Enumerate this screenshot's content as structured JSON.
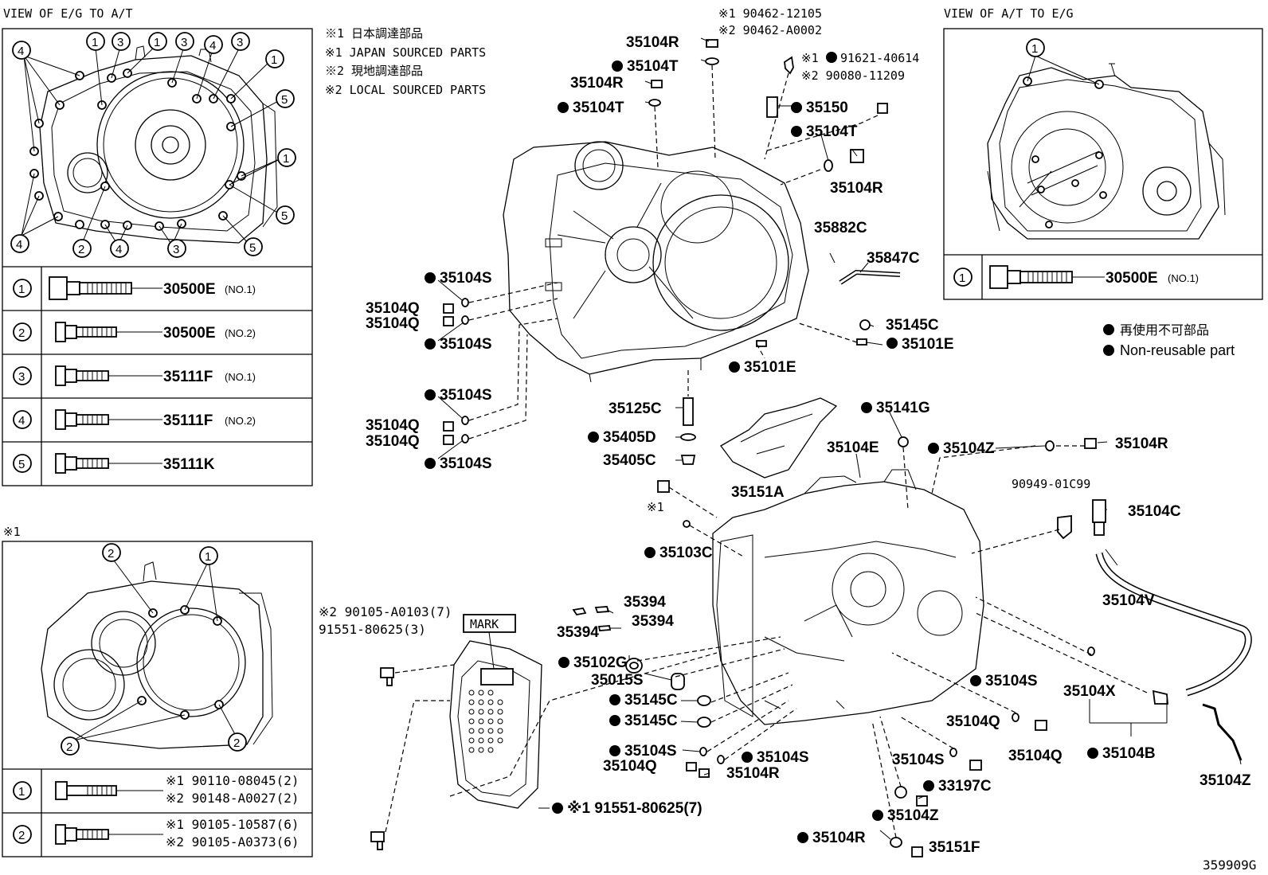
{
  "headers": {
    "left": "VIEW OF E/G TO A/T",
    "right": "VIEW OF A/T TO E/G",
    "note_mark": "※1"
  },
  "notes": {
    "jp1": "※1 日本調達部品",
    "en1": "※1 JAPAN SOURCED PARTS",
    "jp2": "※2 現地調達部品",
    "en2": "※2 LOCAL SOURCED PARTS"
  },
  "legend": {
    "jp": "再使用不可部品",
    "en": "Non-reusable part"
  },
  "bolt_table_left": [
    {
      "num": "1",
      "part": "30500E",
      "note": "(NO.1)"
    },
    {
      "num": "2",
      "part": "30500E",
      "note": "(NO.2)"
    },
    {
      "num": "3",
      "part": "35111F",
      "note": "(NO.1)"
    },
    {
      "num": "4",
      "part": "35111F",
      "note": "(NO.2)"
    },
    {
      "num": "5",
      "part": "35111K",
      "note": ""
    }
  ],
  "bolt_table_right": [
    {
      "num": "1",
      "part": "30500E",
      "note": "(NO.1)"
    }
  ],
  "bolt_table_bottom": [
    {
      "num": "1",
      "l1": "※1 90110-08045(2)",
      "l2": "※2 90148-A0027(2)"
    },
    {
      "num": "2",
      "l1": "※1 90105-10587(6)",
      "l2": "※2 90105-A0373(6)"
    }
  ],
  "mark_label": "MARK",
  "figure_id": "359909G",
  "part_labels": [
    {
      "id": "p1",
      "text": "※1 90462-12105"
    },
    {
      "id": "p2",
      "text": "※2 90462-A0002"
    },
    {
      "id": "p3",
      "text": "35104R"
    },
    {
      "id": "p4",
      "text": "35104T"
    },
    {
      "id": "p5",
      "text": "35104R"
    },
    {
      "id": "p6",
      "text": "35104T"
    },
    {
      "id": "p7",
      "text": "※1"
    },
    {
      "id": "p8",
      "text": "91621-40614"
    },
    {
      "id": "p9",
      "text": "※2 90080-11209"
    },
    {
      "id": "p10",
      "text": "35150"
    },
    {
      "id": "p11",
      "text": "35104T"
    },
    {
      "id": "p12",
      "text": "35104R"
    },
    {
      "id": "p13",
      "text": "35882C"
    },
    {
      "id": "p14",
      "text": "35847C"
    },
    {
      "id": "p15",
      "text": "35104S"
    },
    {
      "id": "p16",
      "text": "35104Q"
    },
    {
      "id": "p17",
      "text": "35104Q"
    },
    {
      "id": "p18",
      "text": "35104S"
    },
    {
      "id": "p19",
      "text": "35145C"
    },
    {
      "id": "p20",
      "text": "35101E"
    },
    {
      "id": "p21",
      "text": "35101E"
    },
    {
      "id": "p22",
      "text": "35104S"
    },
    {
      "id": "p23",
      "text": "35104Q"
    },
    {
      "id": "p24",
      "text": "35104Q"
    },
    {
      "id": "p25",
      "text": "35104S"
    },
    {
      "id": "p26",
      "text": "35125C"
    },
    {
      "id": "p27",
      "text": "35405D"
    },
    {
      "id": "p28",
      "text": "35405C"
    },
    {
      "id": "p29",
      "text": "35141G"
    },
    {
      "id": "p30",
      "text": "35104E"
    },
    {
      "id": "p31",
      "text": "35151A"
    },
    {
      "id": "p32",
      "text": "35104Z"
    },
    {
      "id": "p33",
      "text": "35104R"
    },
    {
      "id": "p34",
      "text": "90949-01C99"
    },
    {
      "id": "p35",
      "text": "35104C"
    },
    {
      "id": "p36",
      "text": "※1"
    },
    {
      "id": "p37",
      "text": "35103C"
    },
    {
      "id": "p38",
      "text": "35104V"
    },
    {
      "id": "p39",
      "text": "35394"
    },
    {
      "id": "p40",
      "text": "35394"
    },
    {
      "id": "p41",
      "text": "35394"
    },
    {
      "id": "p42",
      "text": "35102G"
    },
    {
      "id": "p43",
      "text": "35015S"
    },
    {
      "id": "p44",
      "text": "35145C"
    },
    {
      "id": "p45",
      "text": "35145C"
    },
    {
      "id": "p46",
      "text": "35104S"
    },
    {
      "id": "p47",
      "text": "35104X"
    },
    {
      "id": "p48",
      "text": "35104Q"
    },
    {
      "id": "p49",
      "text": "35104Q"
    },
    {
      "id": "p50",
      "text": "35104B"
    },
    {
      "id": "p51",
      "text": "35104S"
    },
    {
      "id": "p52",
      "text": "35104S"
    },
    {
      "id": "p53",
      "text": "35104Q"
    },
    {
      "id": "p54",
      "text": "35104R"
    },
    {
      "id": "p55",
      "text": "35104S"
    },
    {
      "id": "p56",
      "text": "33197C"
    },
    {
      "id": "p57",
      "text": "35104Z"
    },
    {
      "id": "p58",
      "text": "35104Z"
    },
    {
      "id": "p59",
      "text": "35104R"
    },
    {
      "id": "p60",
      "text": "35151F"
    },
    {
      "id": "p61",
      "text": "※1 91551-80625(7)"
    },
    {
      "id": "p62",
      "text": "※2 90105-A0103(7)"
    },
    {
      "id": "p63",
      "text": "91551-80625(3)"
    }
  ]
}
